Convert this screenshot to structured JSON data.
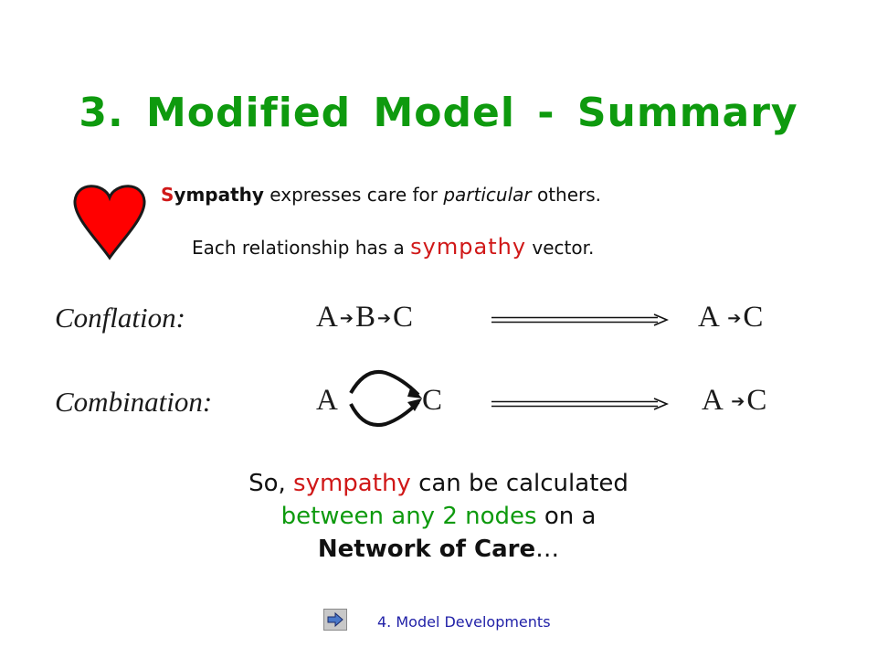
{
  "slide": {
    "title": "3.  Modified  Model  -  Summary",
    "line1": {
      "bold_red": "S",
      "bold_rest": "ympathy",
      "middle": " expresses care for ",
      "italic": "particular",
      "end": " others."
    },
    "line2": {
      "start": "Each relationship has a ",
      "red": "sympathy",
      "end": " vector."
    },
    "conflation": {
      "label": "Conflation:",
      "a": "A",
      "b": "B",
      "c": "C",
      "result_a": "A",
      "result_c": "C"
    },
    "combination": {
      "label": "Combination:",
      "a": "A",
      "c": "C",
      "result_a": "A",
      "result_c": "C"
    },
    "conclusion": {
      "so": "So, ",
      "sympathy": "sympathy",
      "rest1": " can be calculated",
      "green2": "between any 2 nodes",
      "rest2": " on a",
      "bold3": "Network of Care",
      "ellipsis": "…"
    },
    "nav": {
      "label": "4.  Model  Developments",
      "icon": "arrow-right-icon"
    },
    "colors": {
      "title": "#0e9a0e",
      "accent_red": "#d01818",
      "heart": "#ff0000"
    }
  }
}
